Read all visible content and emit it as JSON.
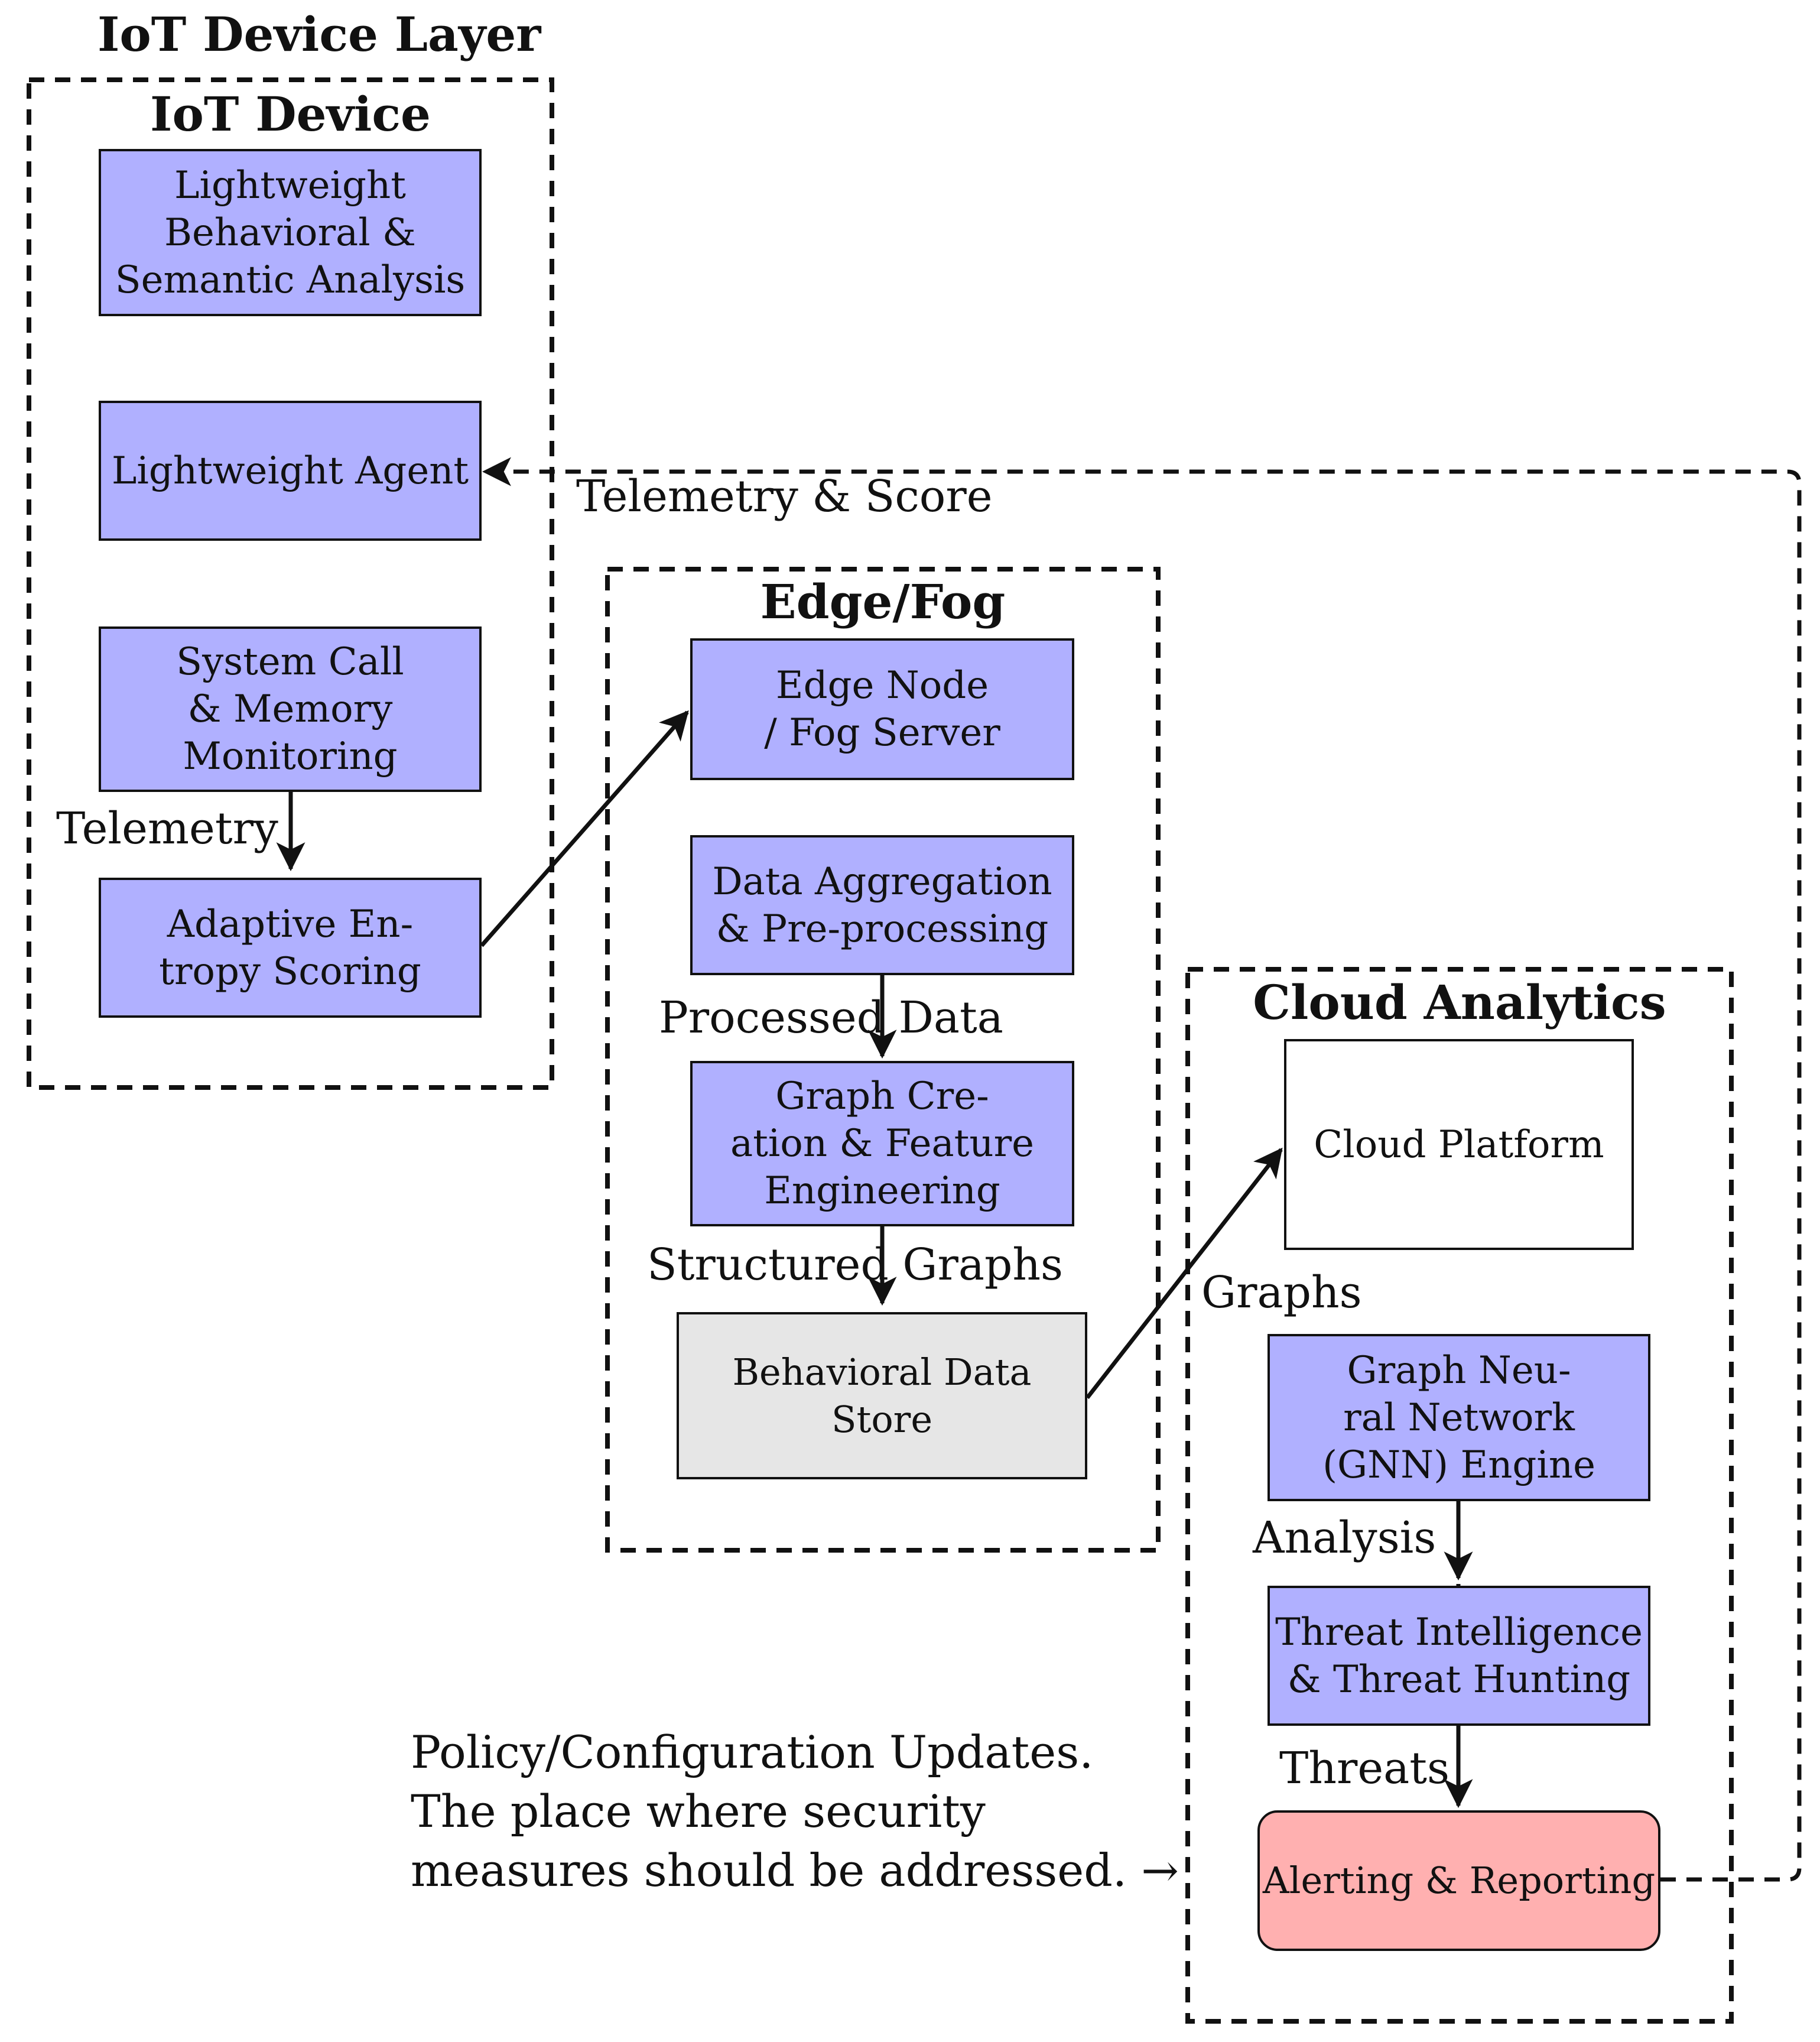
{
  "layer_title": "IoT Device Layer",
  "iot": {
    "title": "IoT Device",
    "semantic_box": "Lightweight\nBehavioral &\nSemantic Analysis",
    "agent_box": "Lightweight Agent",
    "syscall_box": "System Call\n& Memory\nMonitoring",
    "entropy_box": "Adaptive En-\ntropy Scoring",
    "telemetry_label": "Telemetry"
  },
  "edge": {
    "title": "Edge/Fog",
    "node_box": "Edge Node\n/ Fog Server",
    "aggregation_box": "Data Aggregation\n& Pre-processing",
    "graph_box": "Graph Cre-\nation & Feature\nEngineering",
    "store_box": "Behavioral Data Store",
    "processed_label": "Processed Data",
    "structured_label": "Structured Graphs"
  },
  "cloud": {
    "title": "Cloud Analytics",
    "platform_box": "Cloud Platform",
    "gnn_box": "Graph Neu-\nral Network\n(GNN) Engine",
    "threat_box": "Threat Intelligence\n& Threat Hunting",
    "alert_box": "Alerting & Reporting",
    "graphs_label": "Graphs",
    "analysis_label": "Analysis",
    "threats_label": "Threats"
  },
  "feedback_label": "Telemetry & Score",
  "policy_note": {
    "line1": "Policy/Configuration Updates.",
    "line2": "The place where security",
    "line3": "measures should be addressed. →"
  },
  "colors": {
    "process_fill": "#b0b0ff",
    "store_fill": "#e6e6e6",
    "alert_fill": "#ffb0b0",
    "stroke": "#111111"
  }
}
